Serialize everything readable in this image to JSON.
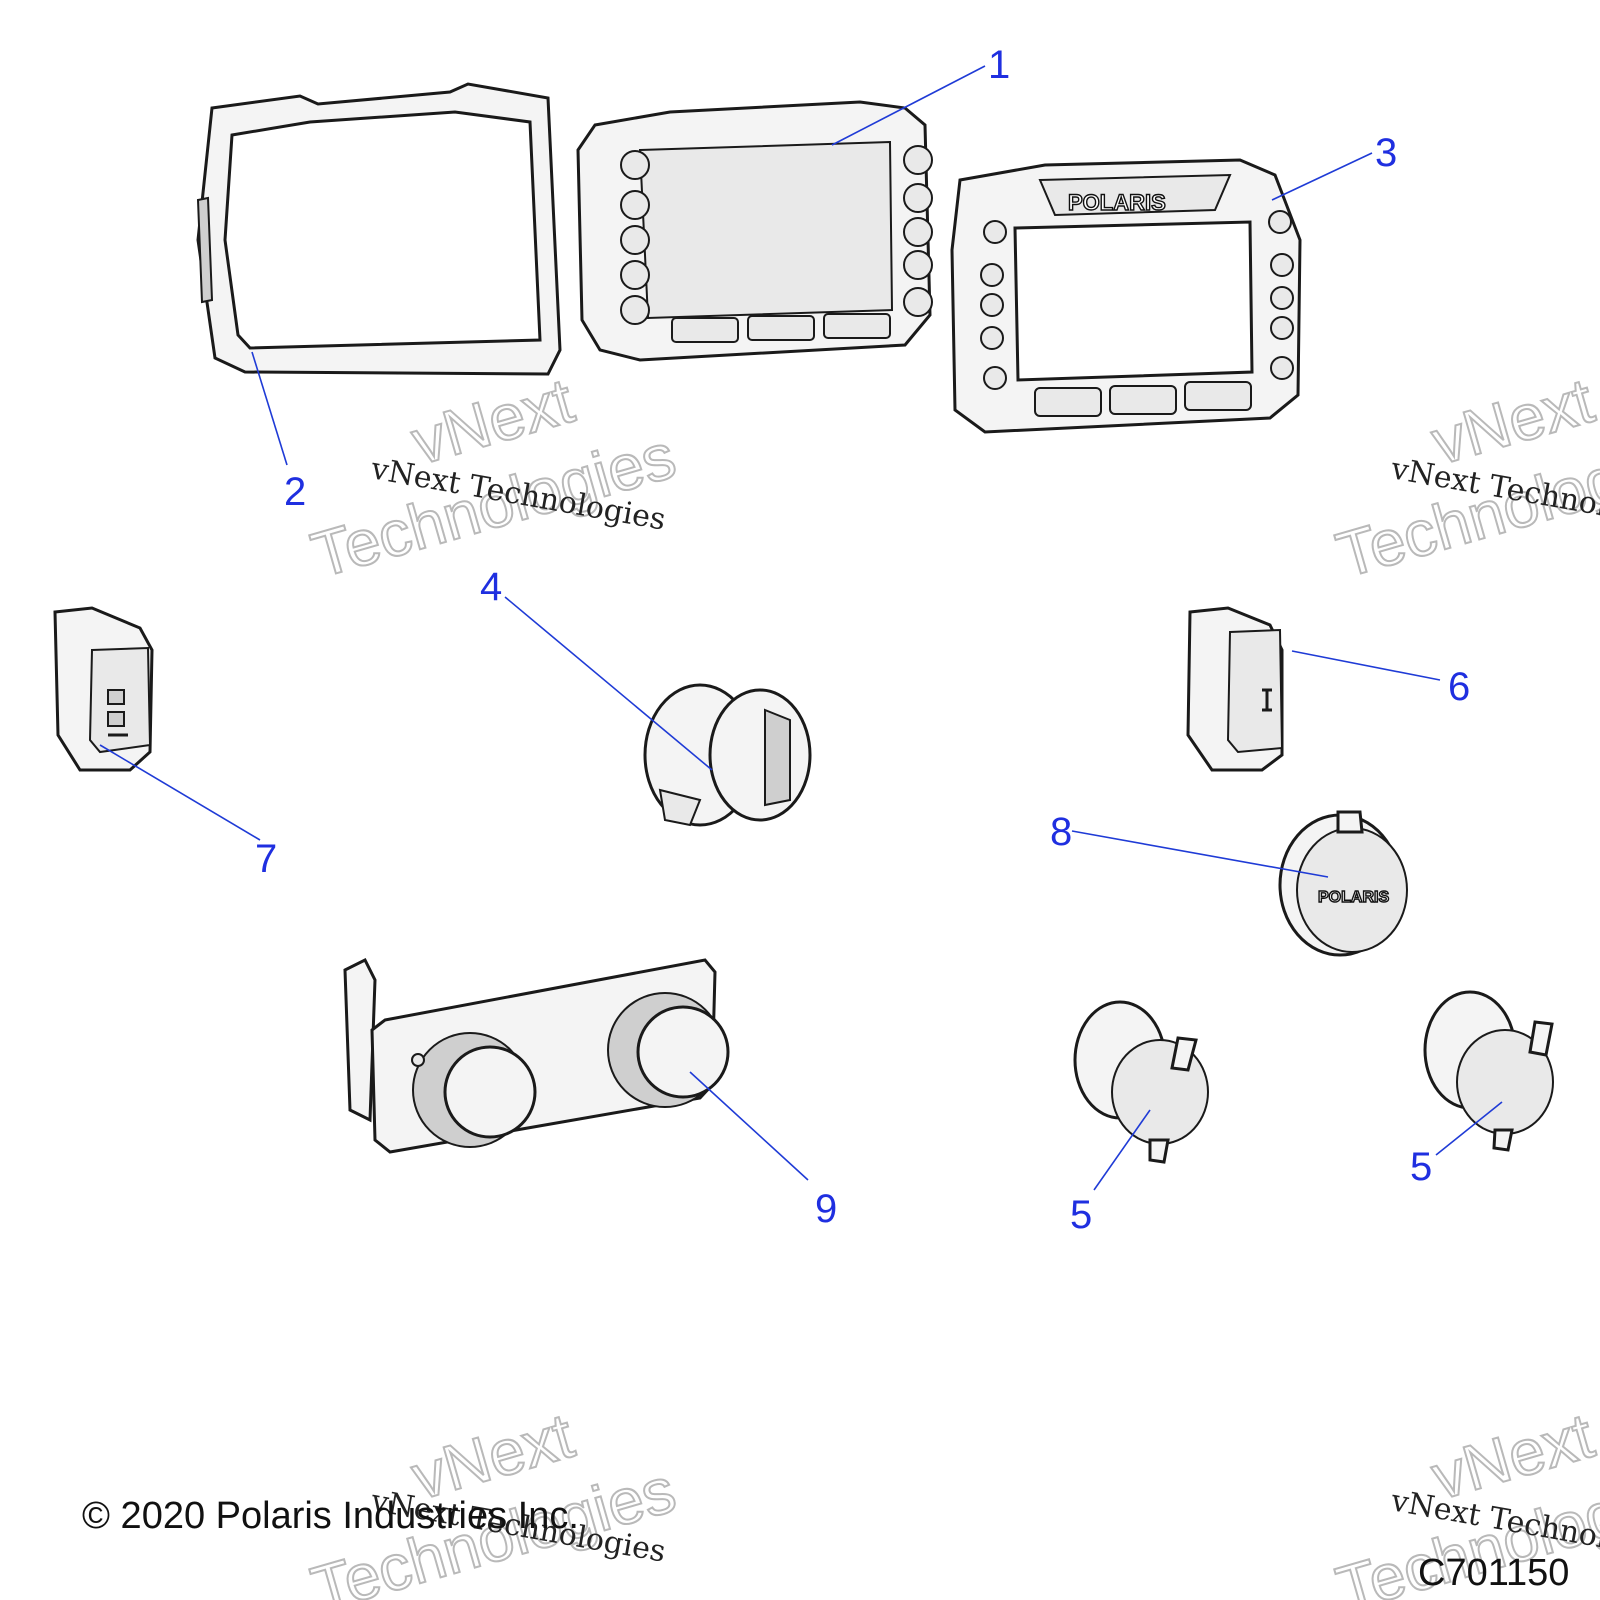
{
  "callouts": [
    {
      "label": "1"
    },
    {
      "label": "2"
    },
    {
      "label": "3"
    },
    {
      "label": "4"
    },
    {
      "label": "5"
    },
    {
      "label": "5"
    },
    {
      "label": "6"
    },
    {
      "label": "7"
    },
    {
      "label": "8"
    },
    {
      "label": "9"
    }
  ],
  "watermark": {
    "script_text": "vNext Technologies",
    "outline_line1": "vNext",
    "outline_line2": "Technologies"
  },
  "parts": {
    "dash_logo": "POLARIS",
    "outlet_logo": "POLARIS"
  },
  "footer": {
    "copyright": "© 2020 Polaris Industries Inc.",
    "code": "C701150"
  },
  "colors": {
    "callout": "#1f2fe0",
    "line_art": "#1a1a1a",
    "watermark": "#b9b9b9"
  }
}
